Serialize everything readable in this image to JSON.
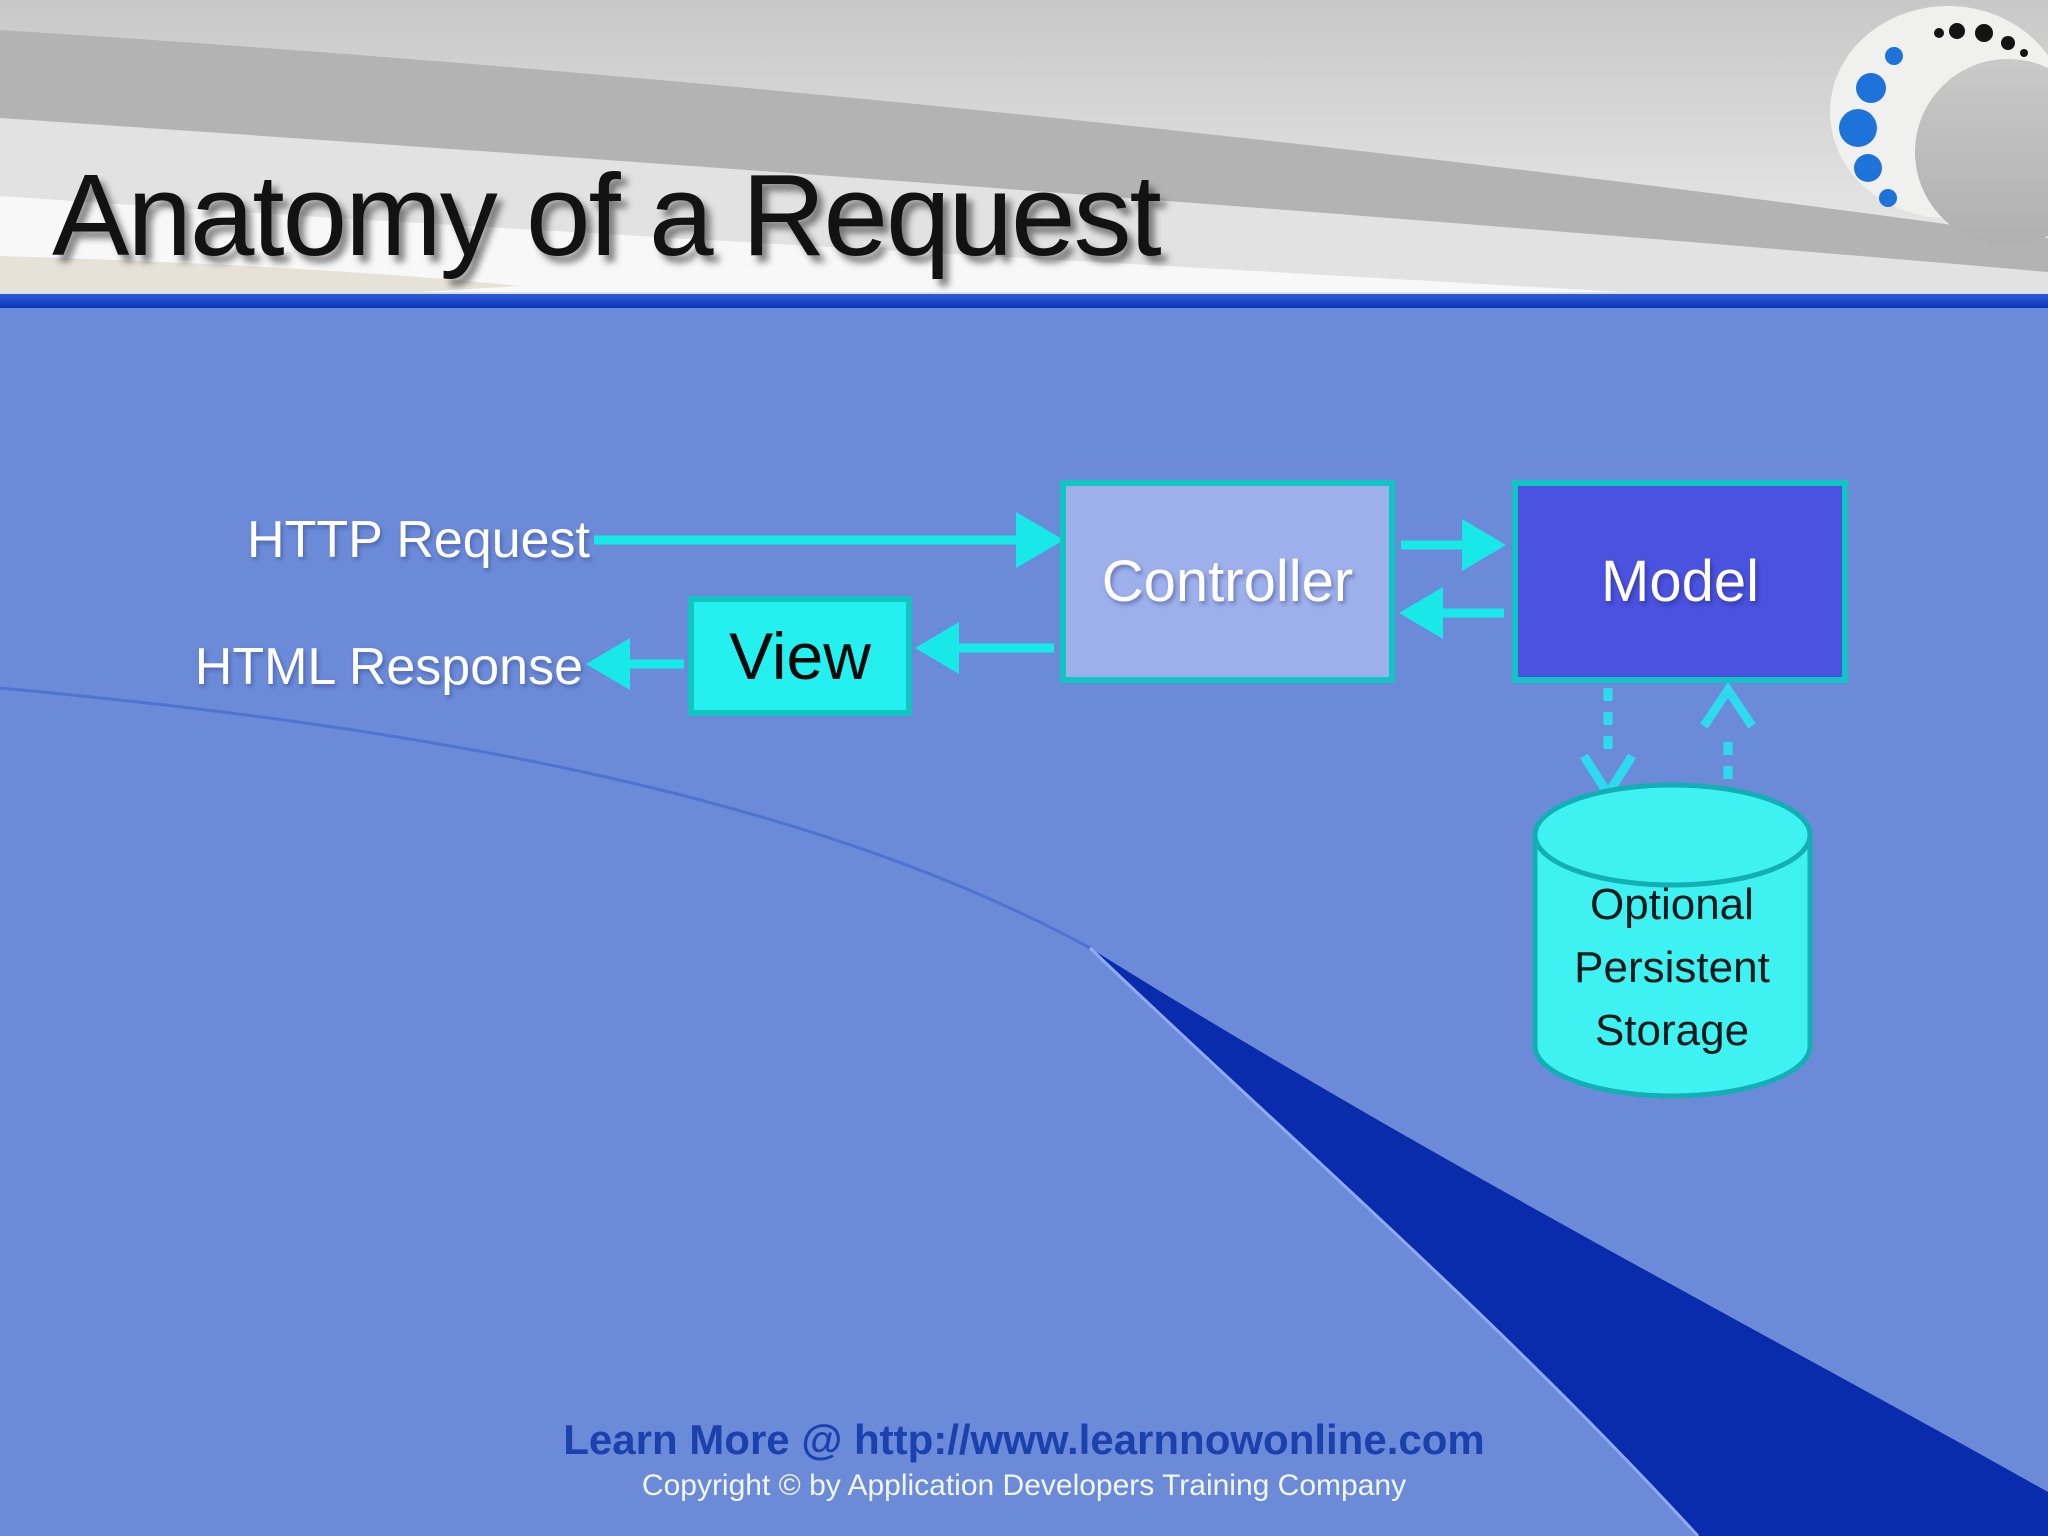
{
  "slide": {
    "title": "Anatomy of a Request",
    "footer": {
      "learn_more": "Learn More @ http://www.learnnowonline.com",
      "copyright": "Copyright © by Application Developers Training Company"
    }
  },
  "diagram": {
    "labels": {
      "http_request": "HTTP Request",
      "html_response": "HTML Response"
    },
    "boxes": {
      "controller": "Controller",
      "model": "Model",
      "view": "View"
    },
    "storage": {
      "line1": "Optional",
      "line2": "Persistent",
      "line3": "Storage"
    }
  },
  "colors": {
    "background_blue": "#6B8BD9",
    "accent_cyan": "#18E8E8",
    "dotted_cyan": "#2EDAF0",
    "box_border": "#12C4C4",
    "controller_fill": "#9EB0EC",
    "model_fill": "#4B52E0",
    "view_fill": "#24F0F0",
    "storage_fill": "#3FF2F2",
    "storage_border": "#13AFB5",
    "header_bar_blue": "#0D3FC4",
    "wedge_navy": "#0A2CAC",
    "footer_link_blue": "#1A41AE",
    "logo_dot_blue": "#1E73DA",
    "title_black": "#121212"
  }
}
